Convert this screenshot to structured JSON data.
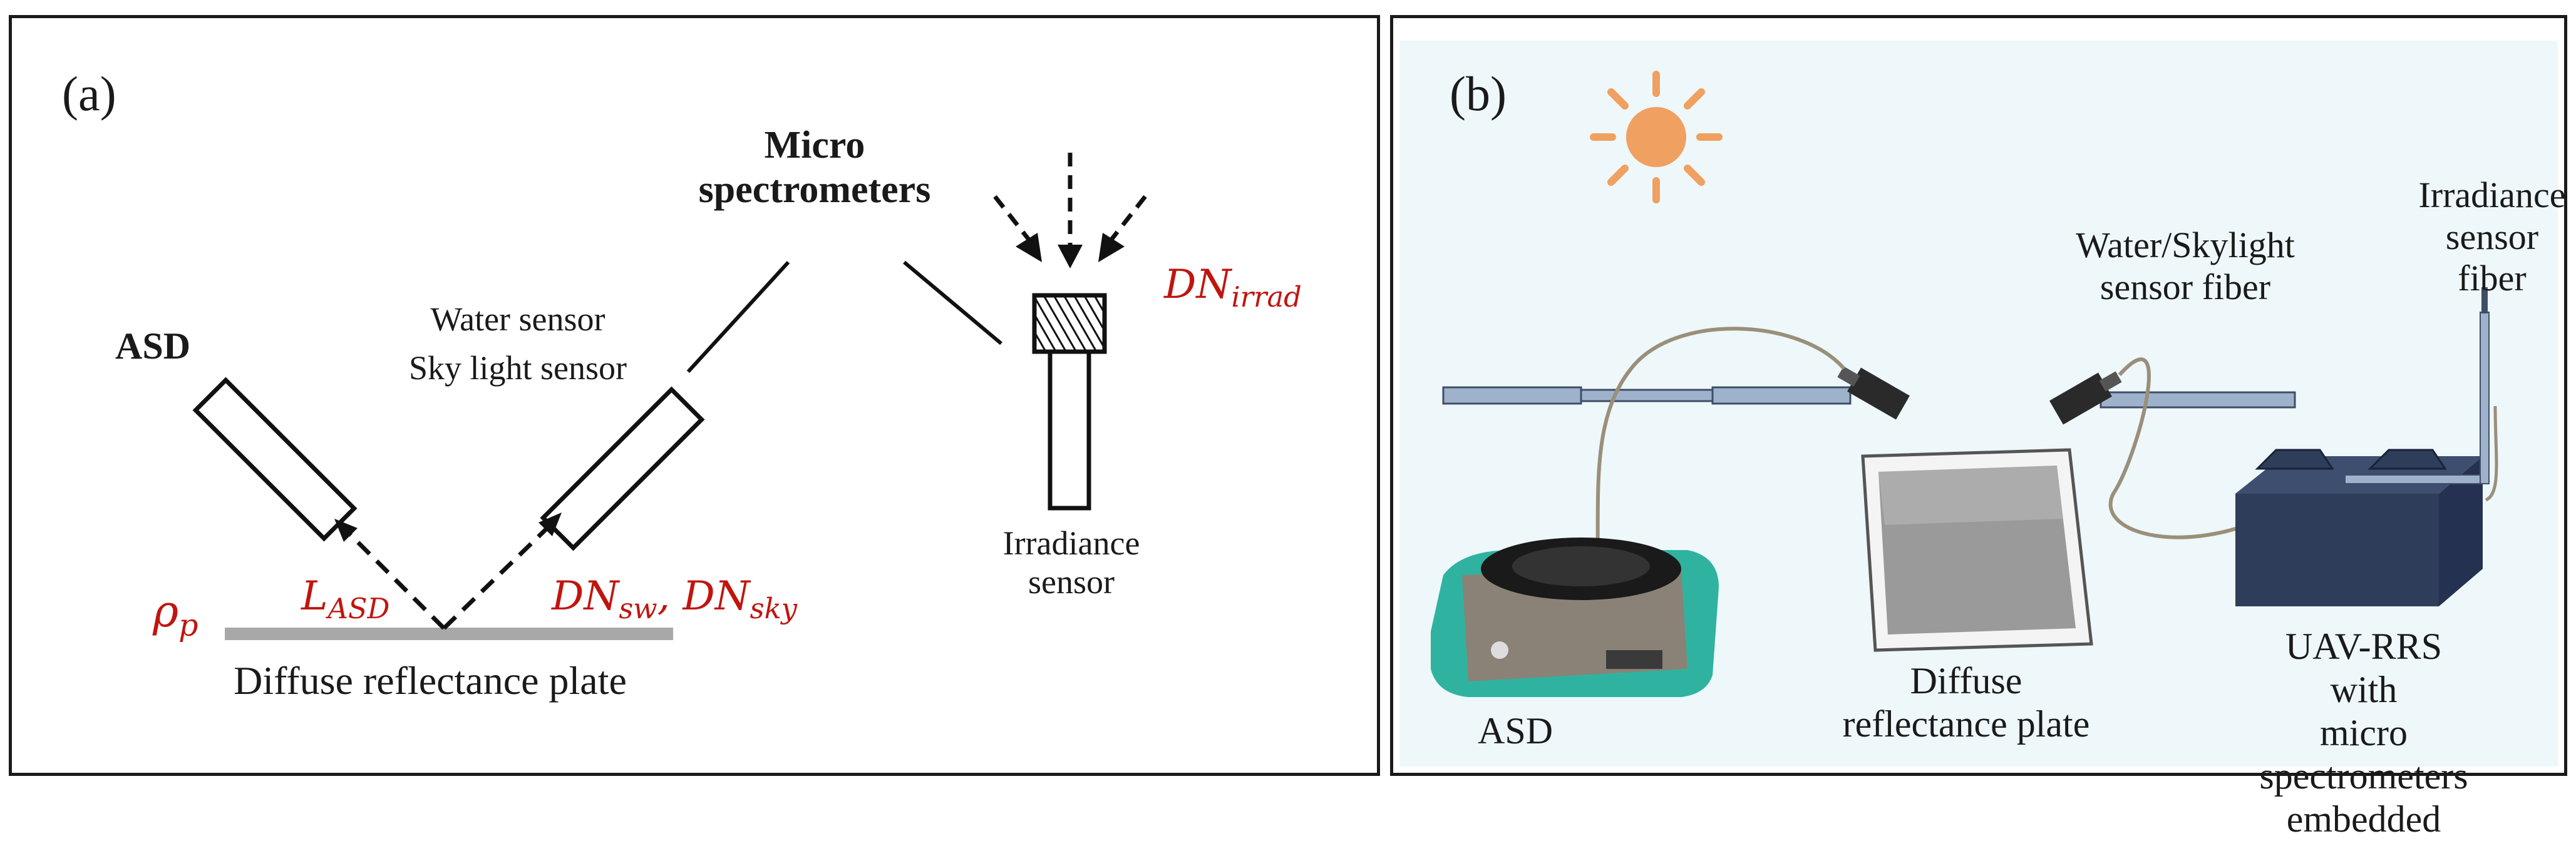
{
  "panel_a": {
    "label": "(a)",
    "asd_label": "ASD",
    "micro_spectrometers": "Micro\nspectrometers",
    "water_sensor": "Water sensor",
    "sky_sensor": "Sky light sensor",
    "irradiance_sensor": "Irradiance\nsensor",
    "plate_label": "Diffuse reflectance plate",
    "symbols": {
      "rho": "ρ",
      "rho_sub": "p",
      "l_asd": "L",
      "l_asd_sub": "ASD",
      "dn_sw": "DN",
      "dn_sw_sub": "sw",
      "dn_sky": "DN",
      "dn_sky_sub": "sky",
      "dn_irrad": "DN",
      "dn_irrad_sub": "irrad",
      "comma": ", "
    }
  },
  "panel_b": {
    "label": "(b)",
    "water_fiber": "Water/Skylight\nsensor fiber",
    "irradiance_fiber": "Irradiance\nsensor fiber",
    "asd": "ASD",
    "plate": "Diffuse\nreflectance plate",
    "uav": "UAV-RRS with\nmicro spectrometers\nembedded"
  },
  "colors": {
    "red_symbol": "#c0150f",
    "sun": "#f0a060",
    "background_b": "#eef7fa",
    "device_navy": "#2e3d5a",
    "asd_teal": "#2fb3a0"
  }
}
